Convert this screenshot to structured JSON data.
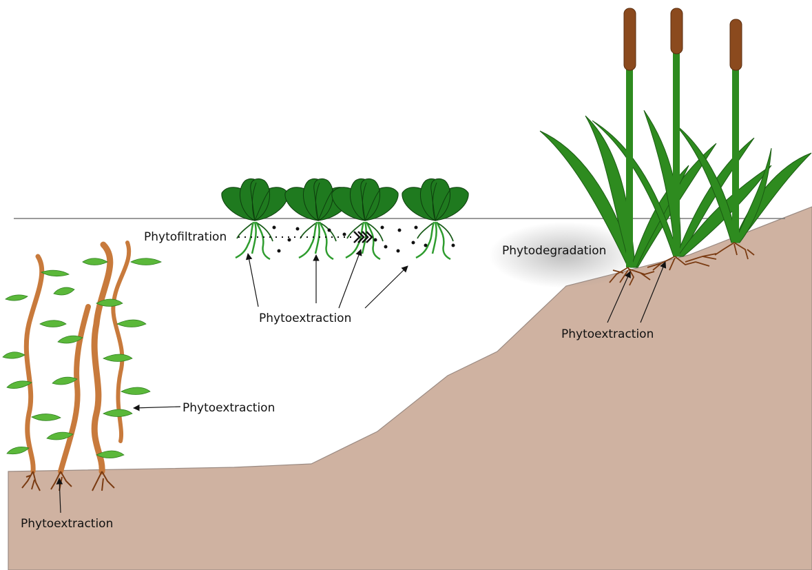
{
  "labels": {
    "phytofiltration": "Phytofiltration",
    "phytodegradation": "Phytodegradation",
    "phytoextraction_floating": "Phytoextraction",
    "phytoextraction_cattail": "Phytoextraction",
    "phytoextraction_submerged_stem": "Phytoextraction",
    "phytoextraction_submerged_roots": "Phytoextraction"
  },
  "colors": {
    "sediment": "#cfb2a1",
    "water_line": "#7a7a7a",
    "leaf_dark": "#1f7a1f",
    "leaf_light": "#5bb83a",
    "stem_orange": "#c87a3c",
    "cattail_head": "#8b4a1e",
    "root_brown": "#7a3b12"
  }
}
